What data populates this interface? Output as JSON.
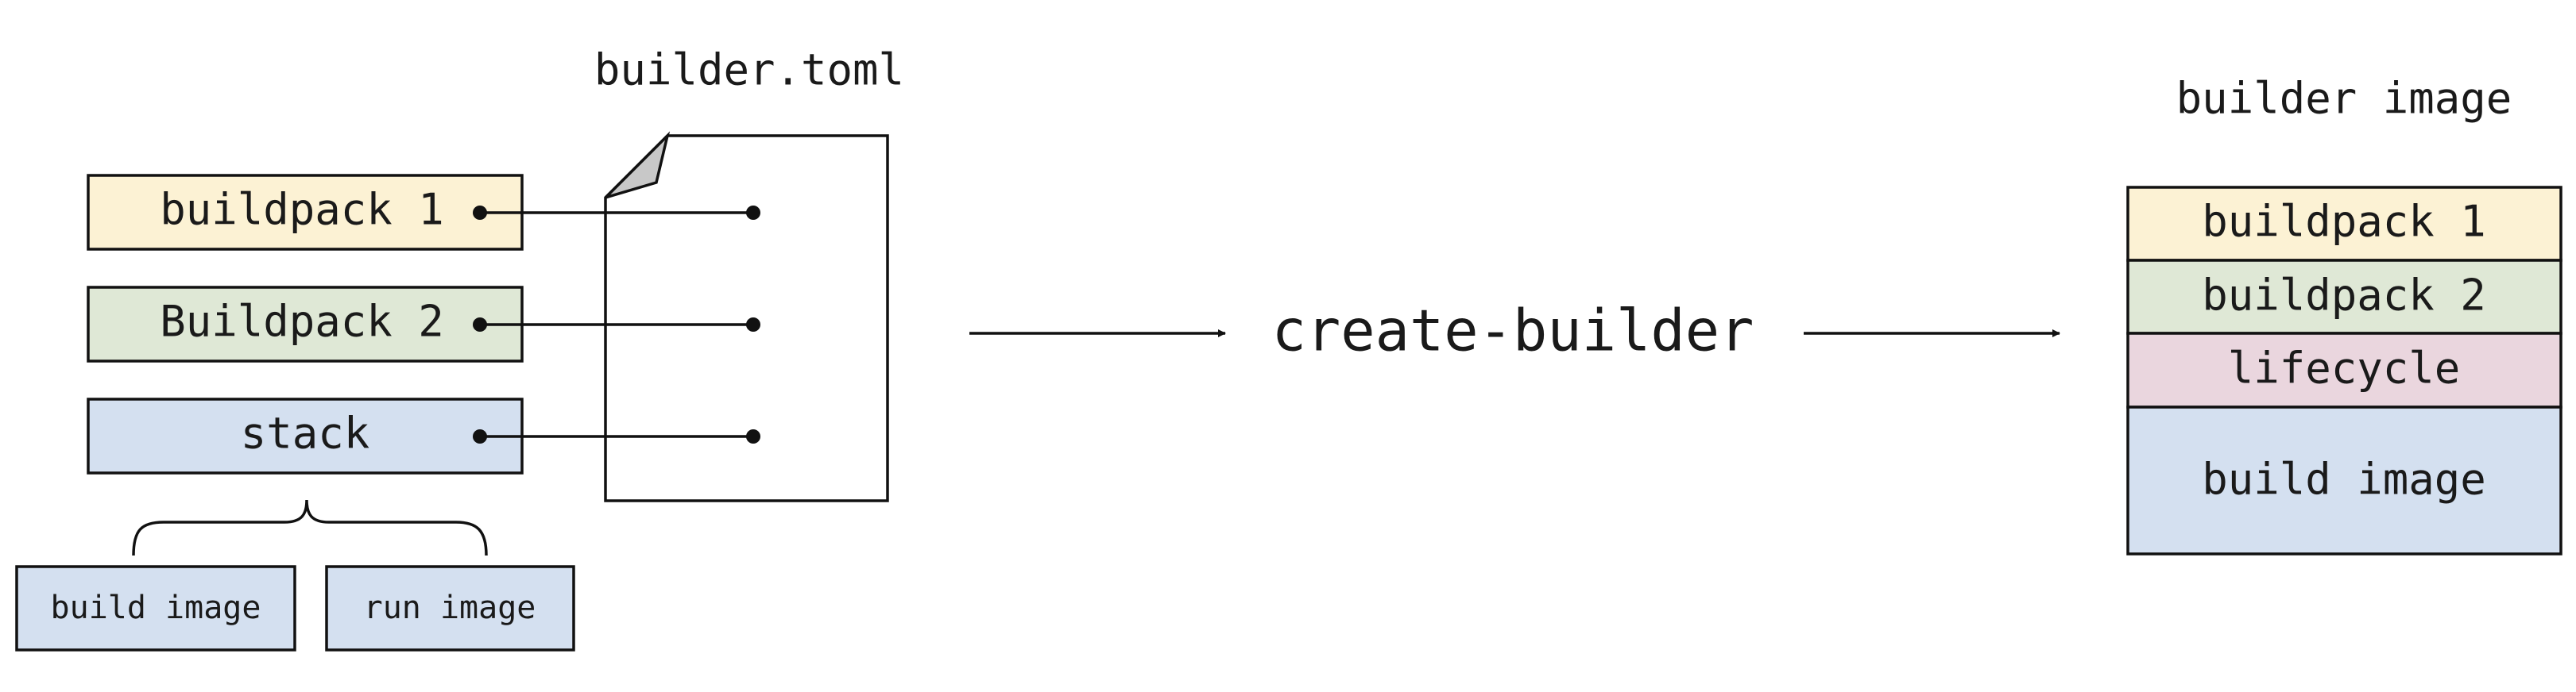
{
  "colors": {
    "buildpack_1": "#fcf2d4",
    "buildpack_2": "#dfe8d6",
    "stack": "#d4e0f0",
    "lifecycle": "#ead6de",
    "build_image": "#d4e0f0",
    "run_image": "#d4e0f0",
    "stroke": "#111111",
    "fold": "#c8c8c8"
  },
  "inputs": {
    "buildpack_1": "buildpack 1",
    "buildpack_2": "Buildpack 2",
    "stack": "stack",
    "build_image": "build image",
    "run_image": "run image"
  },
  "config_file": {
    "label": "builder.toml",
    "icon": "document-icon"
  },
  "process": {
    "label": "create-builder"
  },
  "output": {
    "title": "builder image",
    "layers": [
      "buildpack 1",
      "buildpack 2",
      "lifecycle",
      "build image"
    ]
  }
}
